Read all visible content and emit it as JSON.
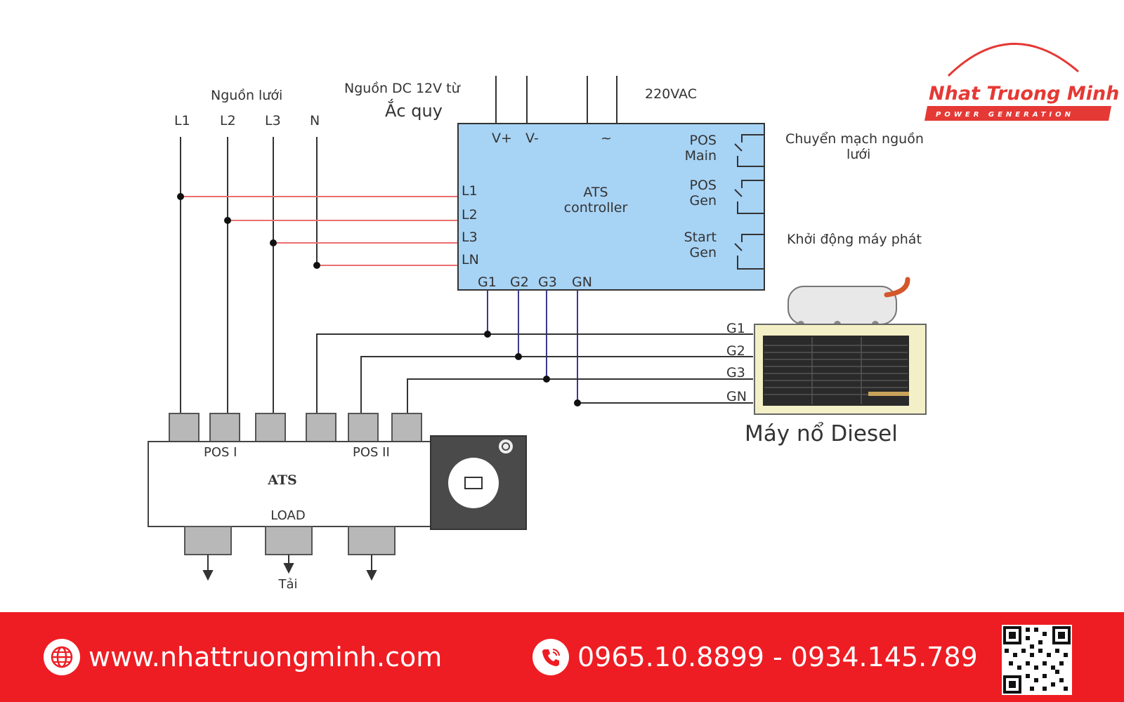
{
  "brand": {
    "name": "Nhat Truong Minh",
    "tagline": "POWER GENERATION",
    "accent_color": "#ee1d23"
  },
  "diagram": {
    "grid_source": {
      "title": "Nguồn lưới",
      "phases": [
        "L1",
        "L2",
        "L3",
        "N"
      ]
    },
    "dc_source": {
      "line1": "Nguồn DC 12V từ",
      "line2": "Ắc quy"
    },
    "ac_source": "220VAC",
    "controller": {
      "title_line1": "ATS",
      "title_line2": "controller",
      "top_terminals": [
        "V+",
        "V-",
        "~"
      ],
      "left_terminals": [
        "L1",
        "L2",
        "L3",
        "LN"
      ],
      "bottom_terminals": [
        "G1",
        "G2",
        "G3",
        "GN"
      ],
      "contacts": [
        {
          "line1": "POS",
          "line2": "Main"
        },
        {
          "line1": "POS",
          "line2": "Gen"
        },
        {
          "line1": "Start",
          "line2": "Gen"
        }
      ]
    },
    "contact_notes": {
      "main_switch_line1": "Chuyển mạch nguồn",
      "main_switch_line2": "lưới",
      "gen_start": "Khởi động máy phát"
    },
    "generator": {
      "terminals": [
        "G1",
        "G2",
        "G3",
        "GN"
      ],
      "caption": "Máy nổ Diesel"
    },
    "ats": {
      "title": "ATS",
      "pos1": "POS I",
      "pos2": "POS II",
      "load": "LOAD",
      "output": "Tải"
    },
    "colors": {
      "controller_fill": "#a7d3f5",
      "phase_wire": "#e8706e",
      "gen_wire": "#3b3a8c"
    }
  },
  "footer": {
    "website": "www.nhattruongminh.com",
    "phones": "0965.10.8899 - 0934.145.789",
    "website_icon": "globe-icon",
    "phone_icon": "phone-icon"
  }
}
